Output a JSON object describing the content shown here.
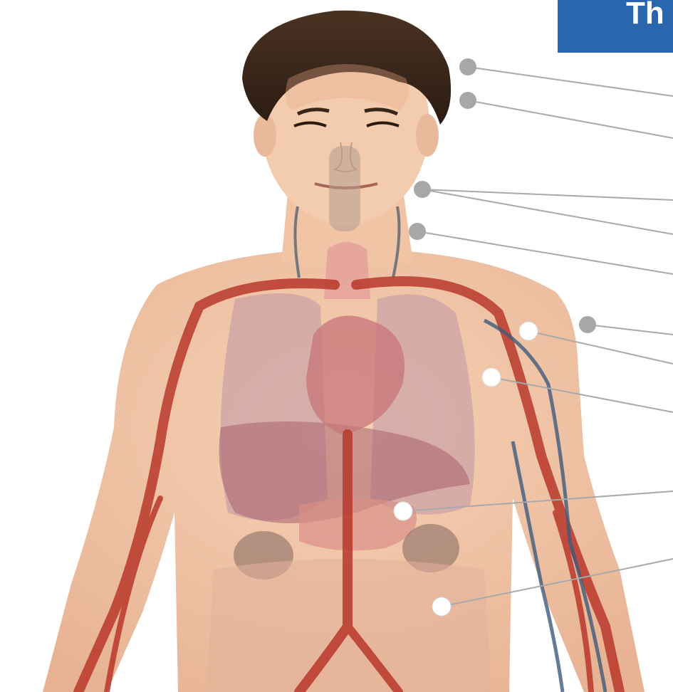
{
  "title_text": "Th",
  "colors": {
    "banner": "#2a66ad",
    "skin": "#f2c6a8",
    "artery": "#b8352a",
    "vein": "#3d5a80",
    "lung": "#c9a0a8",
    "marker_grey": "#a7a7a7",
    "marker_white": "#ffffff"
  },
  "markers": [
    {
      "id": "marker-1",
      "style": "grey"
    },
    {
      "id": "marker-2",
      "style": "grey"
    },
    {
      "id": "marker-3",
      "style": "grey"
    },
    {
      "id": "marker-4",
      "style": "grey"
    },
    {
      "id": "marker-5",
      "style": "grey"
    },
    {
      "id": "marker-6",
      "style": "white"
    },
    {
      "id": "marker-7",
      "style": "white"
    },
    {
      "id": "marker-8",
      "style": "white"
    },
    {
      "id": "marker-9",
      "style": "white"
    }
  ]
}
